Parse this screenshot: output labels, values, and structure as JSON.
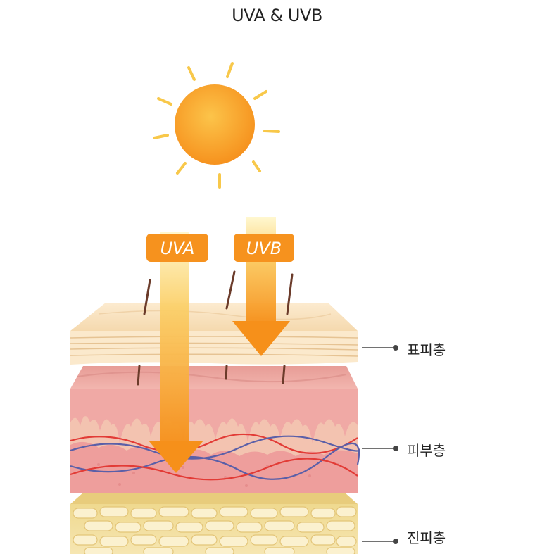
{
  "title": "UVA & UVB",
  "rays": {
    "uva_label": "UVA",
    "uvb_label": "UVB"
  },
  "layers": [
    {
      "label": "표피층"
    },
    {
      "label": "피부층"
    },
    {
      "label": "진피층"
    }
  ],
  "colors": {
    "sun": "#F9A21F",
    "arrow": "#F7981E",
    "epidermis": "#F8E3C3",
    "dermis": "#F0A9A5",
    "fat": "#F4E3A6",
    "vein": "#5A5FA8",
    "artery": "#E23B36"
  }
}
